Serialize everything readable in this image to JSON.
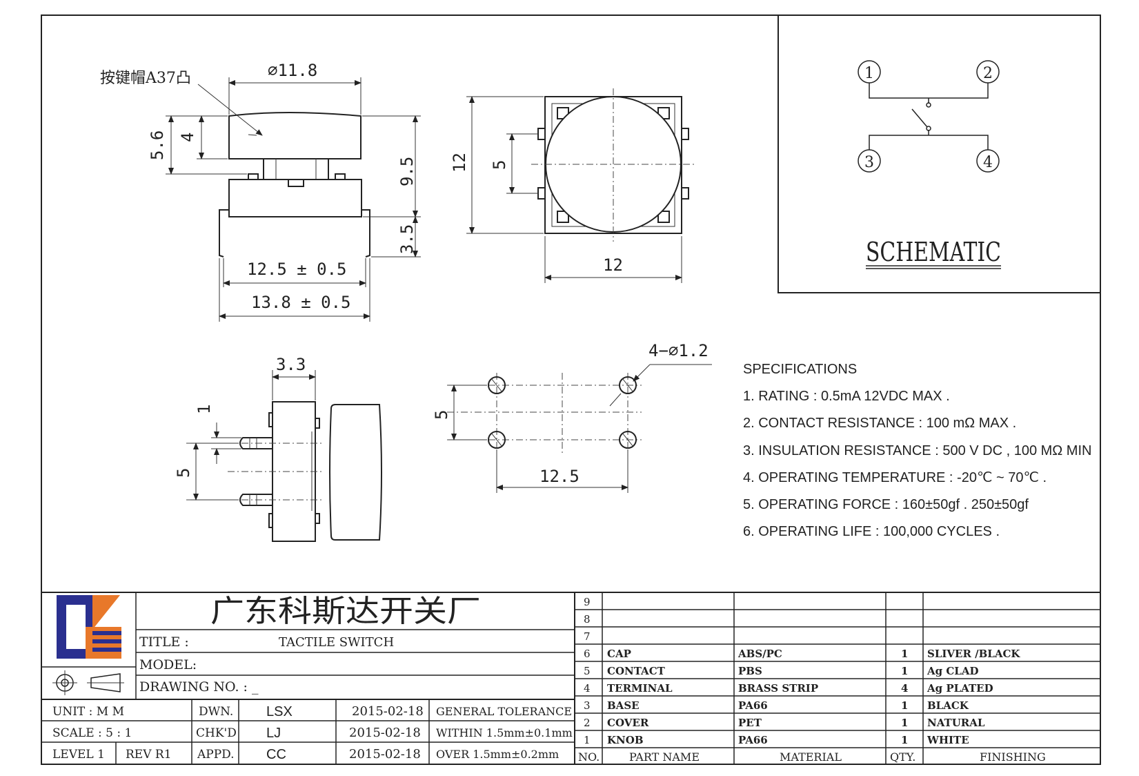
{
  "drawing": {
    "cap_label": "按键帽A37凸",
    "dims": {
      "cap_dia": "⌀11.8",
      "h56": "5.6",
      "h4": "4",
      "h95": "9.5",
      "h35": "3.5",
      "w125tol": "12.5 ± 0.5",
      "w138tol": "13.8 ± 0.5",
      "top12_h": "12",
      "top5": "5",
      "top12_w": "12",
      "side33": "3.3",
      "side1": "1",
      "side5": "5",
      "holes": "4−⌀1.2",
      "pcb5": "5",
      "pcb125": "12.5"
    }
  },
  "schematic": {
    "title": "SCHEMATIC",
    "pins": [
      "1",
      "2",
      "3",
      "4"
    ]
  },
  "specifications": {
    "heading": "SPECIFICATIONS",
    "items": [
      "1. RATING : 0.5mA 12VDC MAX .",
      "2. CONTACT RESISTANCE : 100 mΩ MAX .",
      "3. INSULATION RESISTANCE : 500 V DC , 100 MΩ MIN",
      "4. OPERATING TEMPERATURE : -20℃ ~ 70℃ .",
      "5. OPERATING FORCE : 160±50gf . 250±50gf",
      "6. OPERATING LIFE : 100,000 CYCLES ."
    ]
  },
  "title_block": {
    "company": "广东科斯达开关厂",
    "title_label": "TITLE :",
    "title_value": "TACTILE SWITCH",
    "model_label": "MODEL:",
    "drawing_no_label": "DRAWING NO. : _",
    "rows": [
      {
        "c1": "UNIT   :   M M",
        "c2": "DWN.",
        "c3": "LSX",
        "c4": "2015-02-18",
        "c5": "GENERAL TOLERANCE"
      },
      {
        "c1": "SCALE   :   5 : 1",
        "c2": "CHK'D",
        "c3": "LJ",
        "c4": "2015-02-18",
        "c5": "WITHIN 1.5mm±0.1mm"
      },
      {
        "c1a": "LEVEL 1",
        "c1b": "REV  R1",
        "c2": "APPD.",
        "c3": "CC",
        "c4": "2015-02-18",
        "c5": "OVER   1.5mm±0.2mm"
      }
    ]
  },
  "bom": {
    "rows": [
      {
        "no": "9",
        "name": "",
        "material": "",
        "qty": "",
        "finishing": ""
      },
      {
        "no": "8",
        "name": "",
        "material": "",
        "qty": "",
        "finishing": ""
      },
      {
        "no": "7",
        "name": "",
        "material": "",
        "qty": "",
        "finishing": ""
      },
      {
        "no": "6",
        "name": "CAP",
        "material": "ABS/PC",
        "qty": "1",
        "finishing": "SLIVER /BLACK"
      },
      {
        "no": "5",
        "name": "CONTACT",
        "material": "PBS",
        "qty": "1",
        "finishing": "Ag CLAD"
      },
      {
        "no": "4",
        "name": "TERMINAL",
        "material": "BRASS STRIP",
        "qty": "4",
        "finishing": "Ag PLATED"
      },
      {
        "no": "3",
        "name": "BASE",
        "material": "PA66",
        "qty": "1",
        "finishing": "BLACK"
      },
      {
        "no": "2",
        "name": "COVER",
        "material": "PET",
        "qty": "1",
        "finishing": "NATURAL"
      },
      {
        "no": "1",
        "name": "KNOB",
        "material": "PA66",
        "qty": "1",
        "finishing": "WHITE"
      }
    ],
    "header": {
      "no": "NO.",
      "name": "PART   NAME",
      "material": "MATERIAL",
      "qty": "QTY.",
      "finishing": "FINISHING"
    }
  },
  "colors": {
    "logo_blue": "#2a2f8f",
    "logo_orange": "#e8782a",
    "line": "#222222"
  }
}
